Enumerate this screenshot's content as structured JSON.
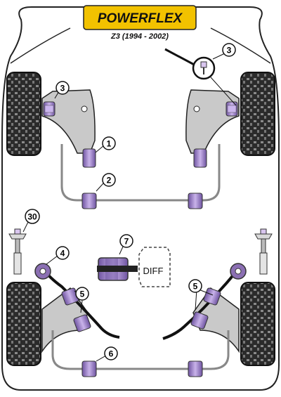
{
  "header": {
    "brand": "POWERFLEX",
    "model": "Z3 (1994 - 2002)"
  },
  "labels": {
    "diff": "DIFF"
  },
  "callouts": [
    "3",
    "3",
    "1",
    "2",
    "30",
    "7",
    "4",
    "5",
    "5",
    "6"
  ],
  "colors": {
    "bush_purple": "#8b6fb3",
    "bush_light": "#d9c6ef",
    "arm_grey": "#c9c9c9",
    "logo_yellow": "#f2c200",
    "tyre": "#2a2a2a"
  }
}
